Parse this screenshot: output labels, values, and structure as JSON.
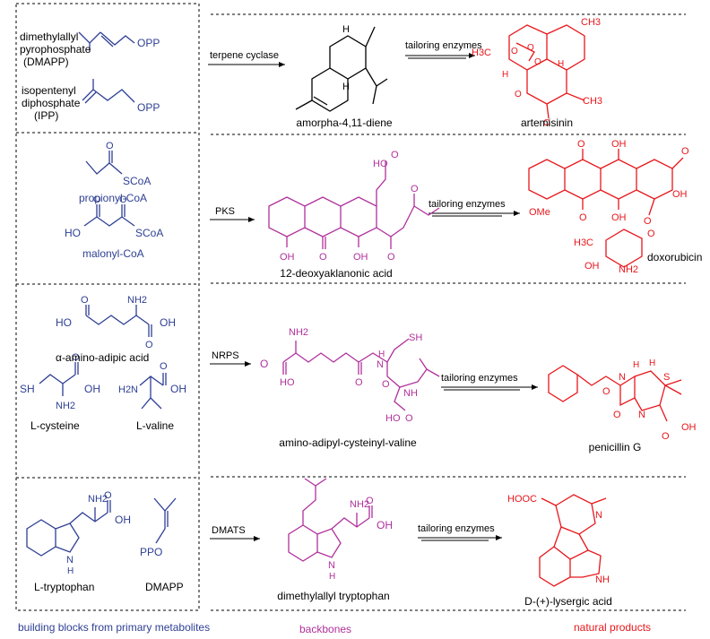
{
  "rows": [
    {
      "building_blocks": [
        {
          "name_lines": [
            "dimethylallyl",
            "pyrophosphate",
            "(DMAPP)"
          ],
          "mol_labels": [
            "OPP"
          ]
        },
        {
          "name_lines": [
            "isopentenyl",
            "diphosphate",
            "(IPP)"
          ],
          "mol_labels": [
            "OPP"
          ]
        }
      ],
      "enzyme": "terpene cyclase",
      "backbone": {
        "name": "amorpha-4,11-diene",
        "mol_labels": [
          "H",
          "H"
        ]
      },
      "tailoring": "tailoring enzymes",
      "product": {
        "name": "artemisinin",
        "mol_labels": [
          "CH3",
          "H3C",
          "O",
          "O",
          "O",
          "H",
          "H",
          "O",
          "O",
          "CH3"
        ]
      }
    },
    {
      "building_blocks": [
        {
          "name_lines": [
            "propionyl-CoA"
          ],
          "mol_labels": [
            "O",
            "SCoA"
          ]
        },
        {
          "name_lines": [
            "malonyl-CoA"
          ],
          "mol_labels": [
            "O",
            "O",
            "HO",
            "SCoA"
          ]
        }
      ],
      "enzyme": "PKS",
      "backbone": {
        "name": "12-deoxyaklanonic acid",
        "mol_labels": [
          "HO",
          "O",
          "O",
          "O",
          "OH",
          "O",
          "OH"
        ]
      },
      "tailoring": "tailoring enzymes",
      "product": {
        "name": "doxorubicin",
        "mol_labels": [
          "O",
          "OH",
          "O",
          "OH",
          "OMe",
          "O",
          "OH",
          "O",
          "H3C",
          "O",
          "OH",
          "NH2"
        ]
      }
    },
    {
      "building_blocks": [
        {
          "name_lines": [
            "α-amino-adipic acid"
          ],
          "mol_labels": [
            "NH2",
            "HO",
            "O",
            "OH",
            "O"
          ]
        },
        {
          "name_lines": [
            "L-cysteine"
          ],
          "mol_labels": [
            "SH",
            "O",
            "OH",
            "NH2"
          ]
        },
        {
          "name_lines": [
            "L-valine"
          ],
          "mol_labels": [
            "H2N",
            "O",
            "OH"
          ]
        }
      ],
      "enzyme": "NRPS",
      "backbone": {
        "name": "amino-adipyl-cysteinyl-valine",
        "mol_labels": [
          "NH2",
          "O",
          "HO",
          "O",
          "SH",
          "H",
          "N",
          "O",
          "NH",
          "HO",
          "O"
        ]
      },
      "tailoring": "tailoring enzymes",
      "product": {
        "name": "penicillin G",
        "mol_labels": [
          "O",
          "H",
          "N",
          "H",
          "S",
          "N",
          "O",
          "O",
          "OH"
        ]
      }
    },
    {
      "building_blocks": [
        {
          "name_lines": [
            "L-tryptophan"
          ],
          "mol_labels": [
            "NH2",
            "O",
            "OH",
            "N",
            "H"
          ]
        },
        {
          "name_lines": [
            "DMAPP"
          ],
          "mol_labels": [
            "PPO"
          ]
        }
      ],
      "enzyme": "DMATS",
      "backbone": {
        "name": "dimethylallyl tryptophan",
        "mol_labels": [
          "NH2",
          "O",
          "OH",
          "N",
          "H"
        ]
      },
      "tailoring": "tailoring enzymes",
      "product": {
        "name": "D-(+)-lysergic acid",
        "mol_labels": [
          "HOOC",
          "N",
          "NH"
        ]
      }
    }
  ],
  "footer": {
    "building_blocks": "building blocks from primary metabolites",
    "backbones": "backbones",
    "products": "natural products"
  },
  "colors": {
    "blue": "#2e3f93",
    "magenta": "#b0309c",
    "red": "#e8161b"
  }
}
